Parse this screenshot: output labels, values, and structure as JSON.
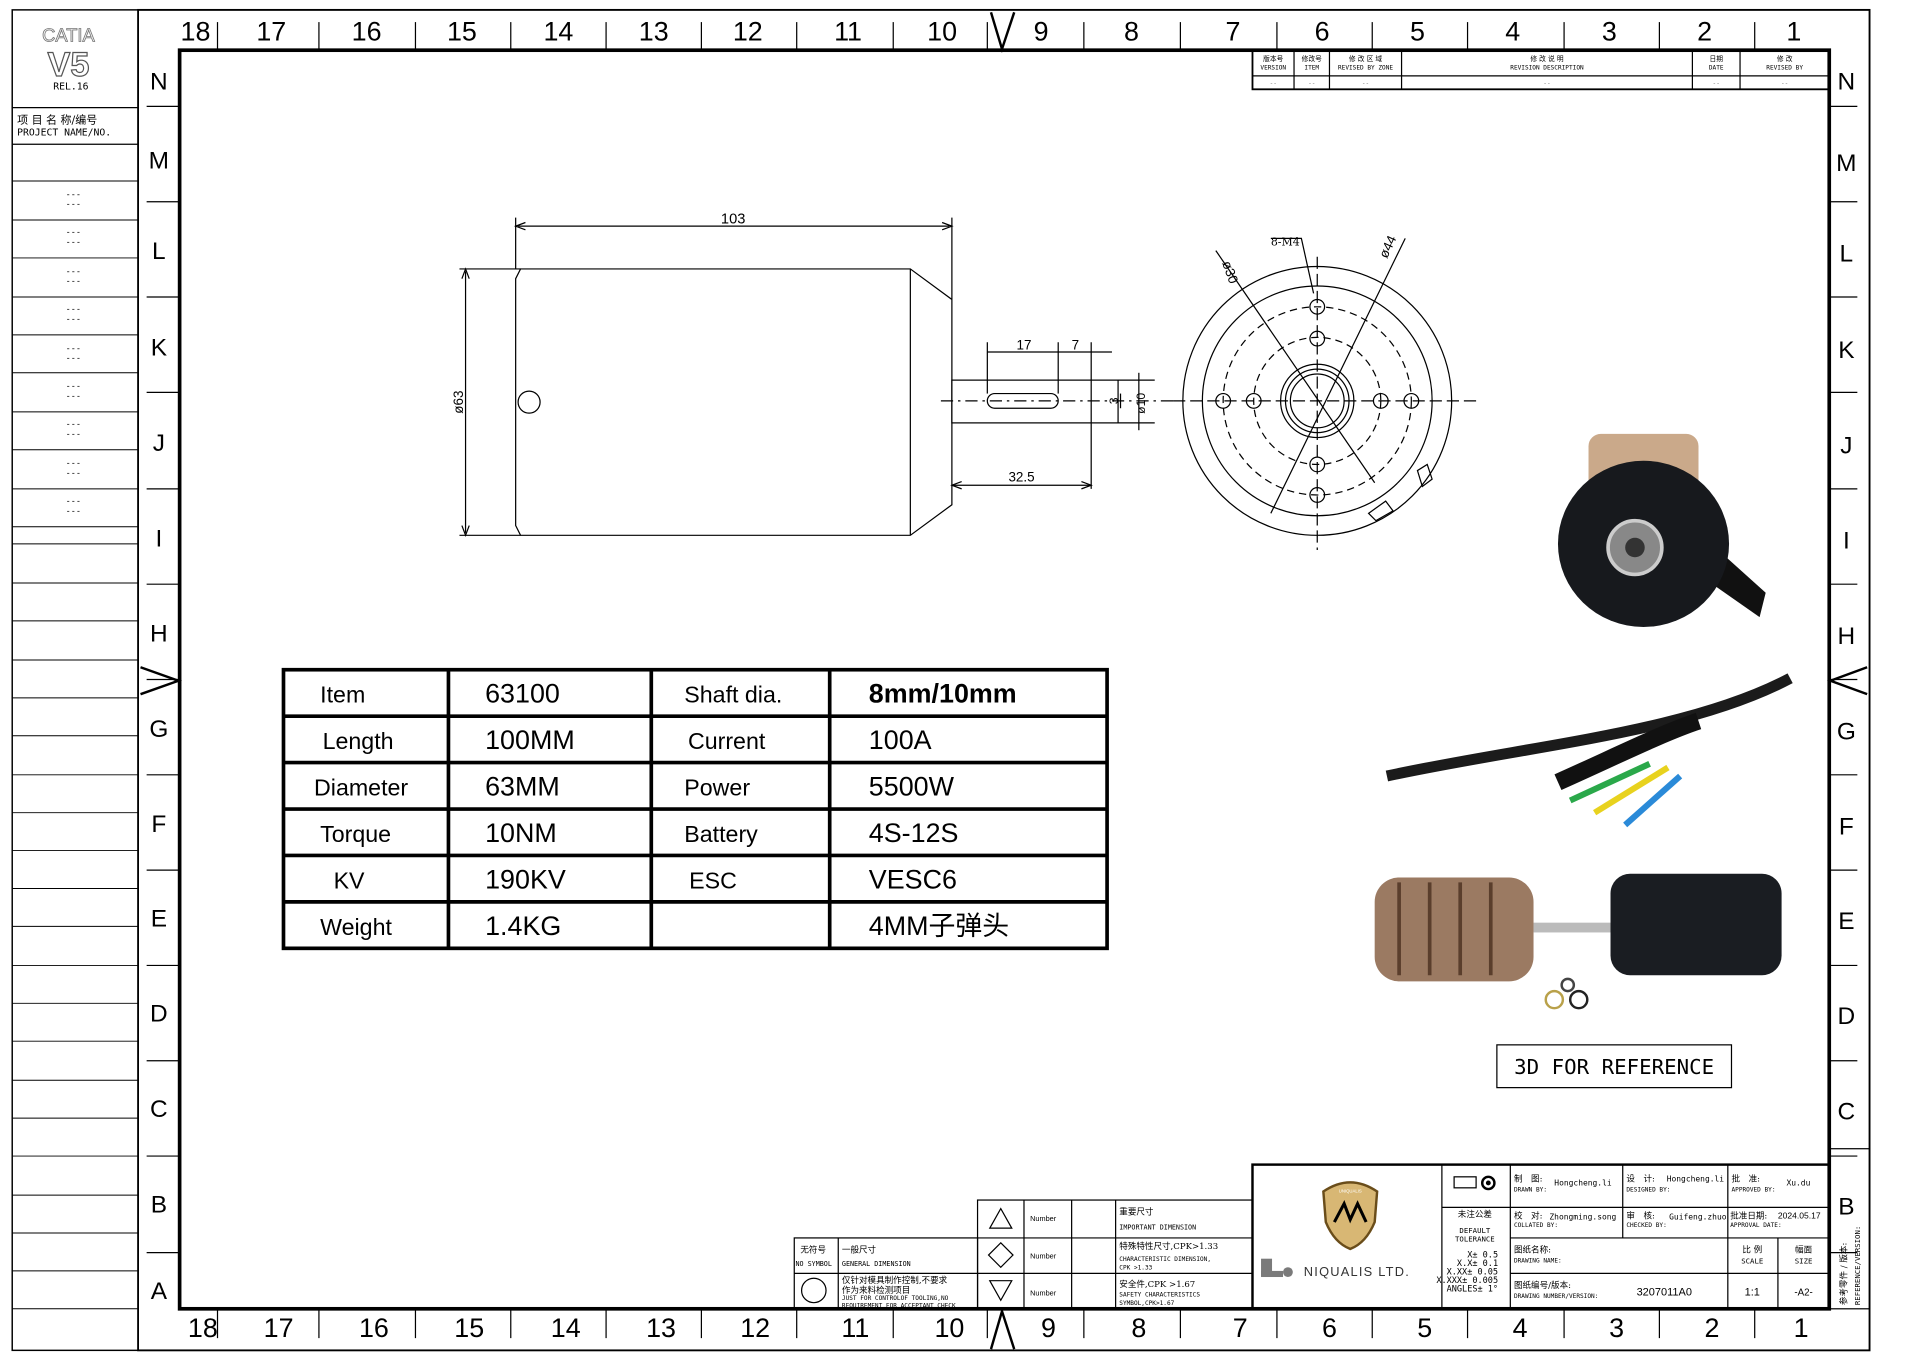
{
  "logo": {
    "brand": "CATIA",
    "version": "V5",
    "release": "REL.16"
  },
  "project": {
    "label_cn": "项 目 名 称/编号",
    "label_en": "PROJECT NAME/NO.",
    "entries": [
      "---",
      "---",
      "---",
      "---",
      "---",
      "---",
      "---",
      "---",
      "---"
    ]
  },
  "zones": {
    "columns": [
      "18",
      "17",
      "16",
      "15",
      "14",
      "13",
      "12",
      "11",
      "10",
      "9",
      "8",
      "7",
      "6",
      "5",
      "4",
      "3",
      "2",
      "1"
    ],
    "rows": [
      "N",
      "M",
      "L",
      "K",
      "J",
      "I",
      "H",
      "G",
      "F",
      "E",
      "D",
      "C",
      "B",
      "A"
    ]
  },
  "revision": {
    "headers": [
      {
        "cn": "版本号",
        "en": "VERSION"
      },
      {
        "cn": "修改号",
        "en": "ITEM"
      },
      {
        "cn": "修 改 区 域",
        "en": "REVISED BY ZONE"
      },
      {
        "cn": "修 改 说 明",
        "en": "REVISION DESCRIPTION"
      },
      {
        "cn": "日期",
        "en": "DATE"
      },
      {
        "cn": "修 改",
        "en": "REVISED BY"
      }
    ],
    "values": [
      "--",
      "--",
      "--",
      "--",
      "--",
      "--"
    ]
  },
  "dimensions": {
    "length": "103",
    "diameter": "ø63",
    "key_pos": "17",
    "key_len": "7",
    "shaft_len": "32.5",
    "key_width": "3",
    "shaft_dia": "ø10",
    "hub_dia": "ø30",
    "bolt_label": "8-M4",
    "bolt_dia": "ø44"
  },
  "spec_table": [
    [
      "Item",
      "63100",
      "Shaft dia.",
      "8mm/10mm"
    ],
    [
      "Length",
      "100MM",
      "Current",
      "100A"
    ],
    [
      "Diameter",
      "63MM",
      "Power",
      "5500W"
    ],
    [
      "Torque",
      "10NM",
      "Battery",
      "4S-12S"
    ],
    [
      "KV",
      "190KV",
      "ESC",
      "VESC6"
    ],
    [
      "Weight",
      "1.4KG",
      "",
      "4MM子弹头"
    ]
  ],
  "reference_label": "3D FOR REFERENCE",
  "legend": {
    "general": {
      "sym_cn": "无符号",
      "sym_en": "NO SYMBOL",
      "cn": "一般尺寸",
      "en": "GENERAL DIMENSION"
    },
    "tooling": {
      "cn1": "仅针对模具制作控制,不要求",
      "cn2": "作为来料检测项目",
      "en1": "JUST FOR CONTROLOF TOOLING,NO",
      "en2": "REQUIREMENT FOR ACCEPTANT CHECK"
    },
    "important": {
      "number": "Number",
      "cn": "重要尺寸",
      "en": "IMPORTANT DIMENSION"
    },
    "characteristic": {
      "number": "Number",
      "cn": "特殊特性尺寸,CPK>1.33",
      "en1": "CHARACTERISTIC DIMENSION,",
      "en2": "CPK >1.33"
    },
    "safety": {
      "number": "Number",
      "cn": "安全件,CPK >1.67",
      "en1": "SAFETY CHARACTERISTICS",
      "en2": "SYMBOL,CPK>1.67"
    }
  },
  "title_block": {
    "company": "NIQUALIS LTD.",
    "shield_text": "UNIQUALIS",
    "tolerance": {
      "cn": "未注公差",
      "en1": "DEFAULT",
      "en2": "TOLERANCE",
      "lines": [
        "X± 0.5",
        "X.X± 0.1",
        "X.XX± 0.05",
        "X.XXX± 0.005",
        "ANGLES± 1°"
      ]
    },
    "drawn_by": {
      "cn": "制　图:",
      "en": "DRAWN BY:",
      "value": "Hongcheng.li"
    },
    "designed_by": {
      "cn": "设　计:",
      "en": "DESIGNED BY:",
      "value": "Hongcheng.li"
    },
    "approved_by": {
      "cn": "批　准:",
      "en": "APPROVED BY:",
      "value": "Xu.du"
    },
    "collated_by": {
      "cn": "校　对:",
      "en": "COLLATED BY:",
      "value": "Zhongming.song"
    },
    "checked_by": {
      "cn": "审　核:",
      "en": "CHECKED BY:",
      "value": "Guifeng.zhuo"
    },
    "approval_date": {
      "cn": "批准日期:",
      "en": "APPROVAL DATE:",
      "value": "2024.05.17"
    },
    "drawing_name": {
      "cn": "图纸名称:",
      "en": "DRAWING NAME:"
    },
    "scale": {
      "cn": "比 例",
      "en": "SCALE",
      "value": "1:1"
    },
    "size": {
      "cn": "幅面",
      "en": "SIZE",
      "value": "-A2-"
    },
    "drawing_number": {
      "cn": "图纸编号/版本:",
      "en": "DRAWING NUMBER/VERSION:",
      "value": "3207011A0"
    },
    "reference": {
      "cn": "参考零件 / 版本:",
      "en": "REFERENCE/VERSION:"
    }
  },
  "colors": {
    "line": "#000000",
    "wire_green": "#2aa84a",
    "wire_yellow": "#e8d21e",
    "wire_blue": "#2a8ad8",
    "motor": "#1a1d22",
    "copper": "#b07a52"
  }
}
